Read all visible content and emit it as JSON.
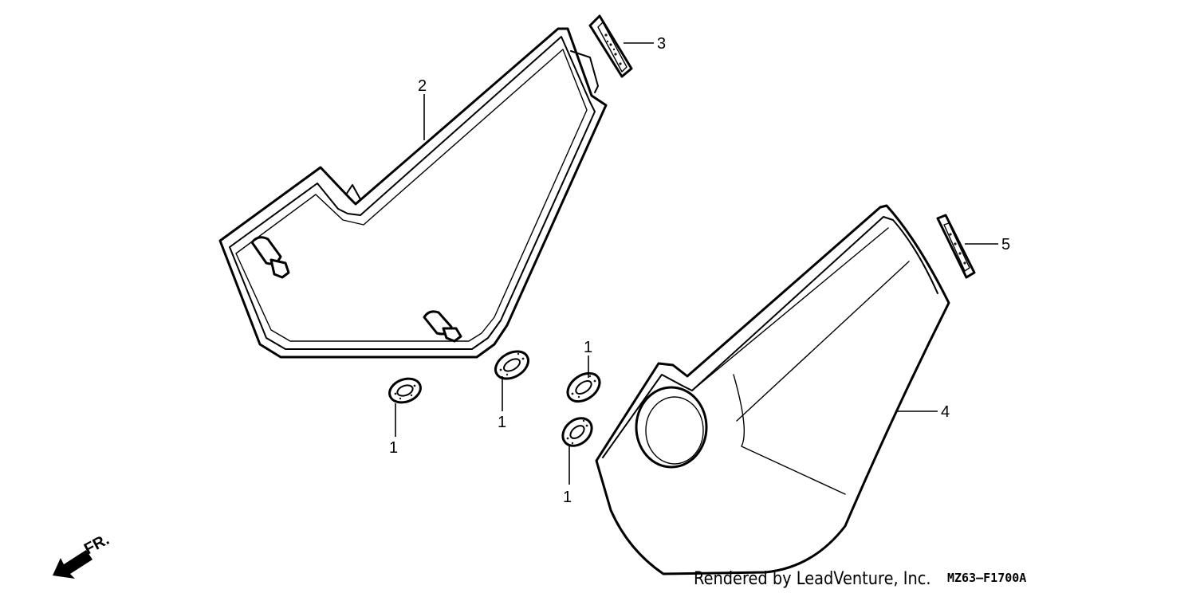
{
  "diagram": {
    "callouts": [
      {
        "id": "c2",
        "label": "2"
      },
      {
        "id": "c3",
        "label": "3"
      },
      {
        "id": "c5",
        "label": "5"
      },
      {
        "id": "c4",
        "label": "4"
      },
      {
        "id": "c1a",
        "label": "1"
      },
      {
        "id": "c1b",
        "label": "1"
      },
      {
        "id": "c1c",
        "label": "1"
      },
      {
        "id": "c1d",
        "label": "1"
      }
    ],
    "direction_label": "FR.",
    "credit": "Rendered by LeadVenture, Inc.",
    "diagram_code": "MZ63—F1700A"
  }
}
